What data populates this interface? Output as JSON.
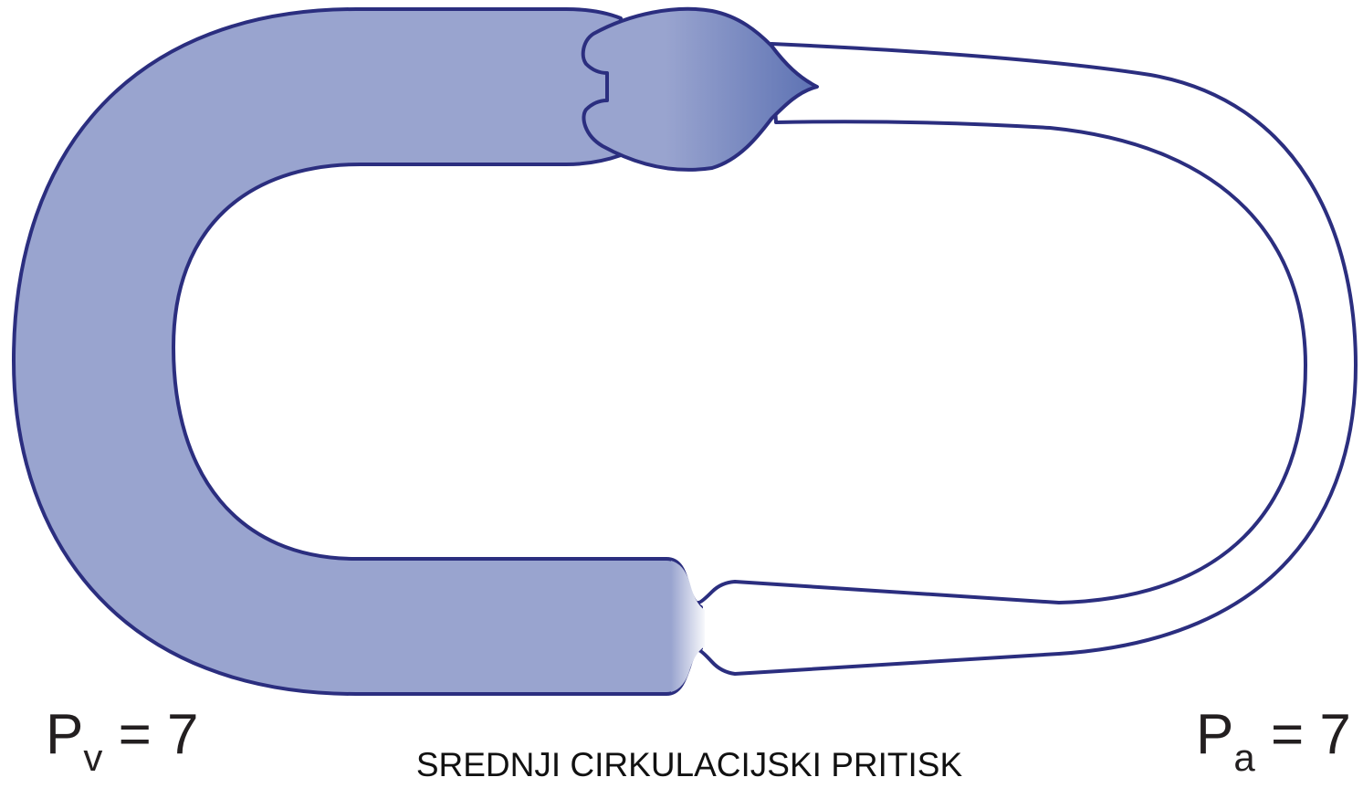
{
  "labels": {
    "venous": {
      "symbol": "P",
      "subscript": "v",
      "equals": " = ",
      "value": "7"
    },
    "arterial": {
      "symbol": "P",
      "subscript": "a",
      "equals": " = ",
      "value": "7"
    },
    "caption": "SREDNJI CIRKULACIJSKI PRITISK"
  },
  "colors": {
    "outline": "#2b2e7f",
    "venous_fill": "#99a4cf",
    "heart_dark": "#5d72b3",
    "arterial_fill": "#ffffff"
  }
}
